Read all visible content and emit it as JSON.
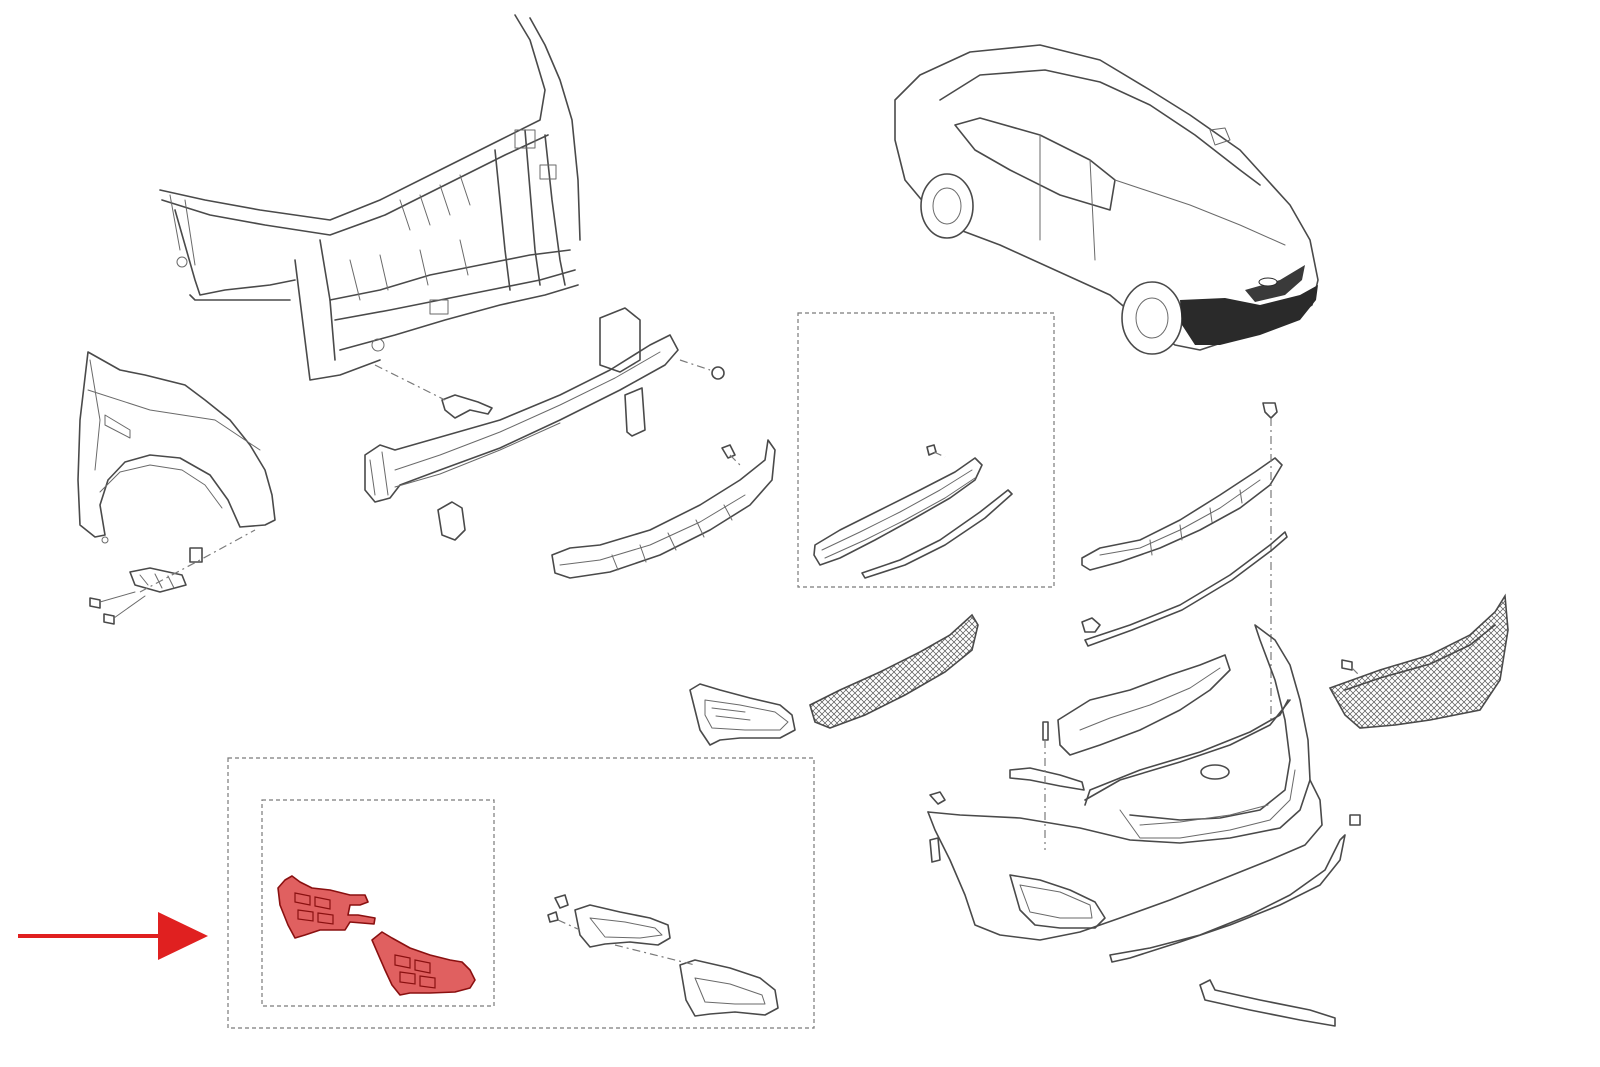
{
  "diagram": {
    "highlight_color": "#e02020",
    "highlight_fill": "#e06060",
    "line_color": "#4a4a4a",
    "parts": [
      {
        "name": "radiator-support"
      },
      {
        "name": "front-fender"
      },
      {
        "name": "bumper-reinforcement-beam"
      },
      {
        "name": "energy-absorber"
      },
      {
        "name": "upper-grille"
      },
      {
        "name": "vehicle-reference"
      },
      {
        "name": "bumper-cover"
      },
      {
        "name": "radiator-grille"
      },
      {
        "name": "lower-grille"
      },
      {
        "name": "fog-lamp-bezel"
      },
      {
        "name": "fog-lamp-cover-highlighted"
      }
    ],
    "pointer": "arrow-right-icon"
  }
}
